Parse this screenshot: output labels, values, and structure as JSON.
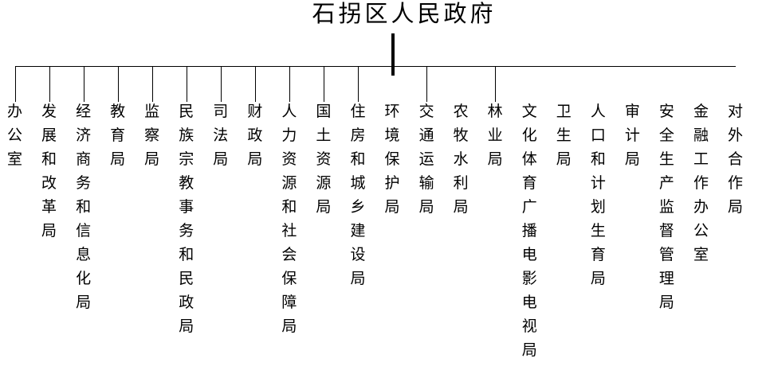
{
  "title": "石拐区人民政府",
  "colors": {
    "background": "#ffffff",
    "line": "#000000",
    "text": "#000000"
  },
  "org_chart": {
    "root": "石拐区人民政府",
    "departments": [
      {
        "name": "办公室",
        "connector": true
      },
      {
        "name": "发展和改革局",
        "connector": true
      },
      {
        "name": "经济商务和信息化局",
        "connector": true
      },
      {
        "name": "教育局",
        "connector": true
      },
      {
        "name": "监察局",
        "connector": true
      },
      {
        "name": "民族宗教事务和民政局",
        "connector": true
      },
      {
        "name": "司法局",
        "connector": true
      },
      {
        "name": "财政局",
        "connector": true
      },
      {
        "name": "人力资源和社会保障局",
        "connector": true
      },
      {
        "name": "国土资源局",
        "connector": true
      },
      {
        "name": "住房和城乡建设局",
        "connector": true
      },
      {
        "name": "环境保护局",
        "connector": false
      },
      {
        "name": "交通运输局",
        "connector": true
      },
      {
        "name": "农牧水利局",
        "connector": false
      },
      {
        "name": "林业局",
        "connector": true
      },
      {
        "name": "文化体育广播电影电视局",
        "connector": false
      },
      {
        "name": "卫生局",
        "connector": false
      },
      {
        "name": "人口和计划生育局",
        "connector": false
      },
      {
        "name": "审计局",
        "connector": false
      },
      {
        "name": "安全生产监督管理局",
        "connector": false
      },
      {
        "name": "金融工作办公室",
        "connector": false
      },
      {
        "name": "对外合作局",
        "connector": false
      }
    ]
  }
}
